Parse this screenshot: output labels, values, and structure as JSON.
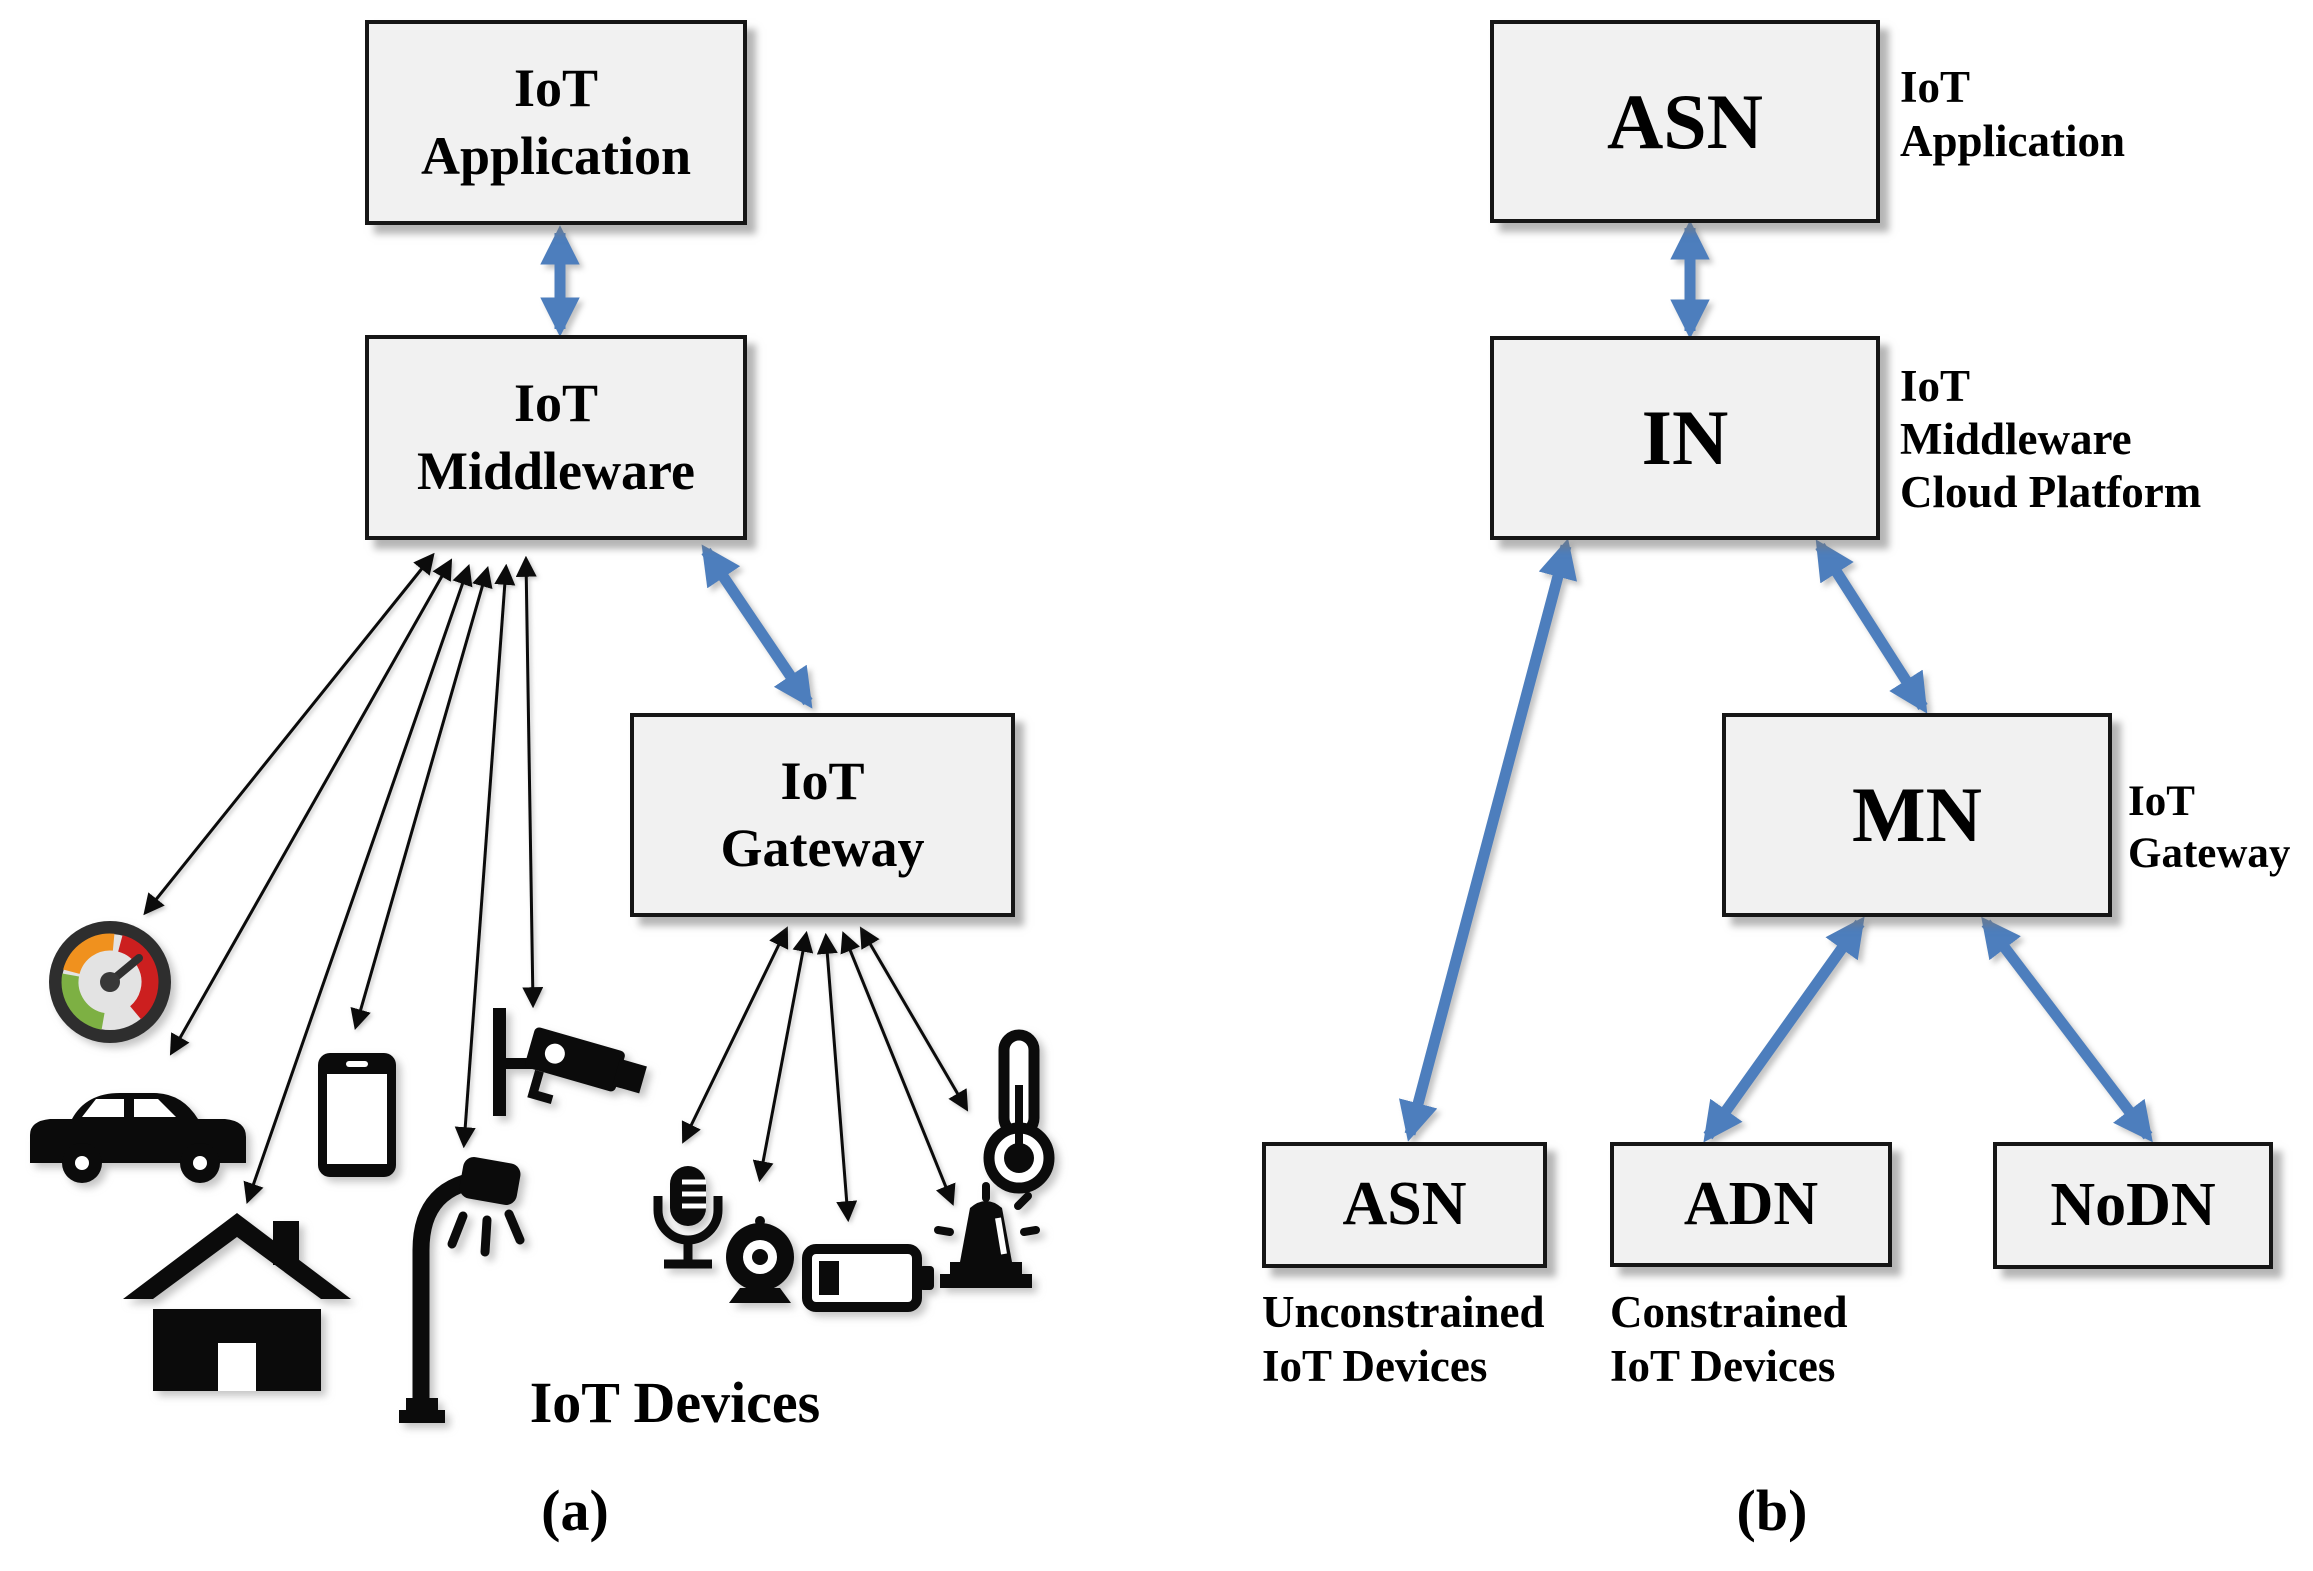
{
  "figure": {
    "panel_a": {
      "caption": "(a)",
      "application_box": "IoT\nApplication",
      "middleware_box": "IoT\nMiddleware",
      "gateway_box": "IoT\nGateway",
      "devices_label": "IoT Devices",
      "middleware_devices": [
        "gauge",
        "car",
        "house",
        "smartphone",
        "street-lamp",
        "cctv-camera"
      ],
      "gateway_devices": [
        "microphone",
        "webcam",
        "battery",
        "siren",
        "thermometer"
      ]
    },
    "panel_b": {
      "caption": "(b)",
      "asn_top_box": "ASN",
      "in_box": "IN",
      "mn_box": "MN",
      "asn_bottom_box": "ASN",
      "adn_box": "ADN",
      "nodn_box": "NoDN",
      "asn_top_label": "IoT\nApplication",
      "in_label": "IoT\nMiddleware\nCloud Platform",
      "mn_label": "IoT\nGateway",
      "asn_bottom_label": "Unconstrained\nIoT Devices",
      "adn_label": "Constrained\nIoT Devices"
    },
    "colors": {
      "box_fill": "#f1f1f1",
      "box_border": "#161616",
      "blue_arrow": "#4d7ebd",
      "black_arrow": "#0b0b0b",
      "gauge_green": "#7db043",
      "gauge_orange": "#f0911e",
      "gauge_red": "#cc1f1f"
    }
  }
}
